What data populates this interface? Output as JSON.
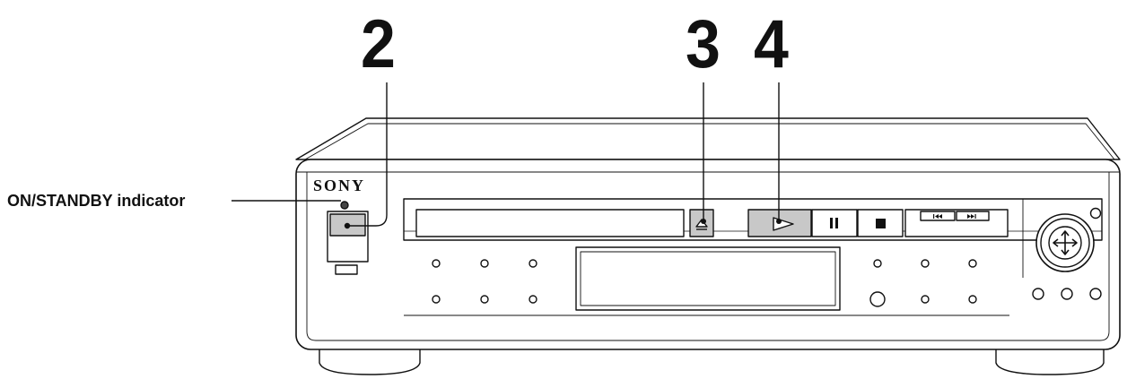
{
  "brand": "SONY",
  "labels": {
    "indicator": "ON/STANDBY indicator"
  },
  "callouts": {
    "c2": "2",
    "c3": "3",
    "c4": "4"
  },
  "icons": {
    "eject": "eject-icon",
    "play": "play-icon",
    "pause": "pause-icon",
    "stop": "stop-icon",
    "prev": "previous-track-icon",
    "next": "next-track-icon",
    "jog": "four-way-arrow-icon"
  }
}
